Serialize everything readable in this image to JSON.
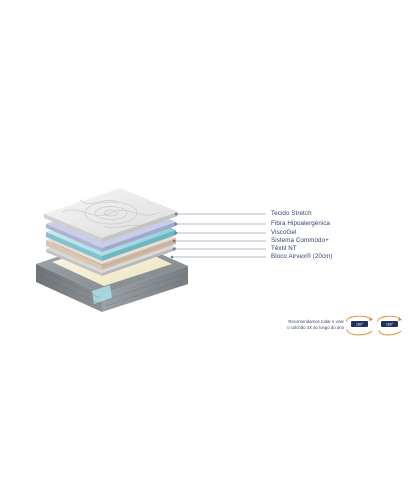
{
  "layers": [
    {
      "label": "Tecido Stretch"
    },
    {
      "label": "Fibra Hipoalergénica"
    },
    {
      "label": "ViscoGel"
    },
    {
      "label": "Sistema Commodo+"
    },
    {
      "label": "Têxtil NT"
    },
    {
      "label": "Bloco Airvex® (20cm)"
    }
  ],
  "rotation": {
    "line1": "Recomendamos rodar e virar",
    "line2": "o colchão 4X ao longo do ano",
    "badge1": "180°",
    "badge2": "180°"
  },
  "colors": {
    "label_text": "#2f3f6e",
    "leader_line": "#6f7896",
    "badge_bg": "#1f2f5e",
    "arrow_orange": "#e08a2b",
    "quilt_top": "#ededed",
    "fibre": "#c9cde6",
    "viscogel": "#a7dbe2",
    "commodo": "#eadfd3",
    "textil": "#d6d6d6",
    "foam_core": "#f3efd9",
    "base_grey": "#8a8f93"
  },
  "icons": [
    "rotate-arrow-icon",
    "flip-arrow-icon"
  ]
}
